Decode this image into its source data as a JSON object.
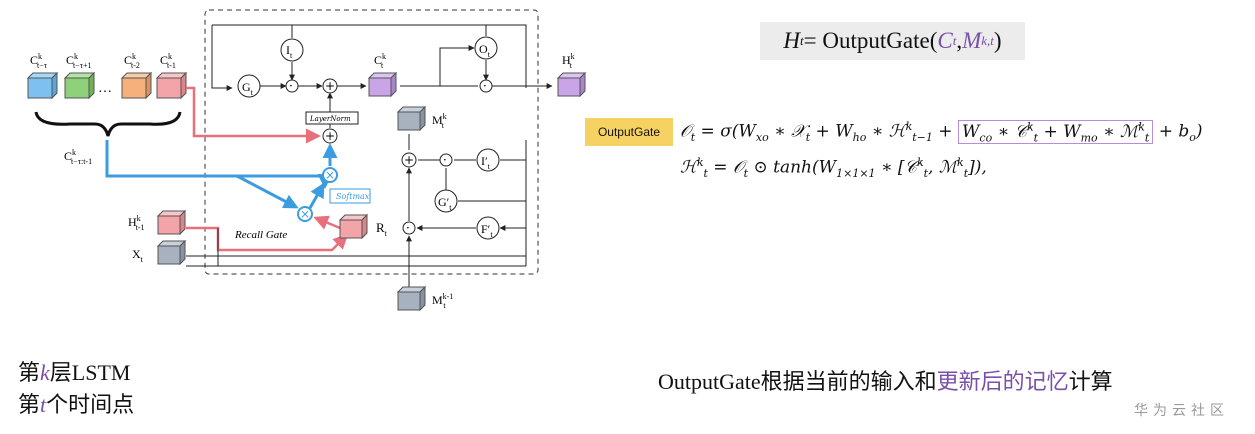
{
  "diagram": {
    "inputs": [
      "C^k_{t−τ}",
      "C^k_{t−τ+1}",
      "…",
      "C^k_{t-2}",
      "C^k_{t-1}"
    ],
    "input_labels": {
      "c1": "C",
      "c1_sup": "k",
      "c1_sub": "t−τ",
      "c2": "C",
      "c2_sup": "k",
      "c2_sub": "t−τ+1",
      "dots": "…",
      "c3": "C",
      "c3_sup": "k",
      "c3_sub": "t-2",
      "c4": "C",
      "c4_sup": "k",
      "c4_sub": "t-1"
    },
    "ctx": {
      "main": "C",
      "sup": "k",
      "sub": "t−τ:t-1"
    },
    "h_prev": {
      "main": "H",
      "sup": "k",
      "sub": "t-1"
    },
    "x_t": {
      "main": "X",
      "sub": "t"
    },
    "recall_gate": "Recall Gate",
    "softmax": "Softmax",
    "layernorm": "LayerNorm",
    "r_t": {
      "main": "R",
      "sub": "t"
    },
    "g_t": {
      "main": "G",
      "sub": "t"
    },
    "i_t": {
      "main": "I",
      "sub": "t"
    },
    "o_t": {
      "main": "O",
      "sub": "t"
    },
    "c_t": {
      "main": "C",
      "sup": "k",
      "sub": "t"
    },
    "h_t": {
      "main": "H",
      "sup": "k",
      "sub": "t"
    },
    "m_t": {
      "main": "M",
      "sup": "k",
      "sub": "t"
    },
    "m_prev": {
      "main": "M",
      "sup": "k-1",
      "sub": "t"
    },
    "i_prime": {
      "main": "I′",
      "sub": "t"
    },
    "g_prime": {
      "main": "G′",
      "sub": "t"
    },
    "f_prime": {
      "main": "F′",
      "sub": "t"
    },
    "ops": {
      "dot": "·",
      "plus": "+",
      "times": "×"
    }
  },
  "equation": {
    "lhs": "H",
    "lhs_sub": "t",
    "eq": " = OutputGate(",
    "c": "C",
    "c_sub": "t",
    "comma": ", ",
    "m": "M",
    "m_sub": "k,t",
    "close": ")"
  },
  "output_gate_tag": "OutputGate",
  "formula1": {
    "text1": "𝒪",
    "sub1": "t",
    "text2": " = σ(W",
    "sub2": "xo",
    "text3": " ∗ 𝒳",
    "sub3": "t",
    "text4": " + W",
    "sub4": "ho",
    "text5": " ∗ ℋ",
    "sup5": "k",
    "sub5": "t−1",
    "text6": " + ",
    "box1": "W",
    "bsub1": "co",
    "box2": " ∗ 𝒞",
    "bsup2": "k",
    "bsub2": "t",
    "box3": " + W",
    "bsub3": "mo",
    "box4": " ∗ ℳ",
    "bsup4": "k",
    "bsub4": "t",
    "text7": " + b",
    "sub7": "o",
    "text8": ")"
  },
  "formula2": {
    "text1": "ℋ",
    "sup1": "k",
    "sub1": "t",
    "text2": " = 𝒪",
    "sub2": "t",
    "text3": " ⊙ tanh(W",
    "sub3": "1×1×1",
    "text4": " ∗ [𝒞",
    "sup4": "k",
    "sub4": "t",
    "text5": ", ℳ",
    "sup5": "k",
    "sub5": "t",
    "text6": "]),"
  },
  "bottom_left": {
    "line1_a": "第",
    "line1_v": "k",
    "line1_b": "层LSTM",
    "line2_a": "第",
    "line2_v": "t",
    "line2_b": "个时间点"
  },
  "bottom_right": {
    "a": "OutputGate根据当前的输入和",
    "b": "更新后的记忆",
    "c": "计算"
  },
  "watermark": "华为云社区",
  "colors": {
    "blue": "#3b9ce0",
    "pink": "#e8707c",
    "purple": "#7a4fa8",
    "yellow": "#f5d261",
    "cube_blue": "#7ec1f0",
    "cube_green": "#8fd17a",
    "cube_orange": "#f6b07c",
    "cube_pink": "#f3a4a8",
    "cube_purple": "#c9a5e8",
    "cube_gray": "#a7b1c0"
  }
}
